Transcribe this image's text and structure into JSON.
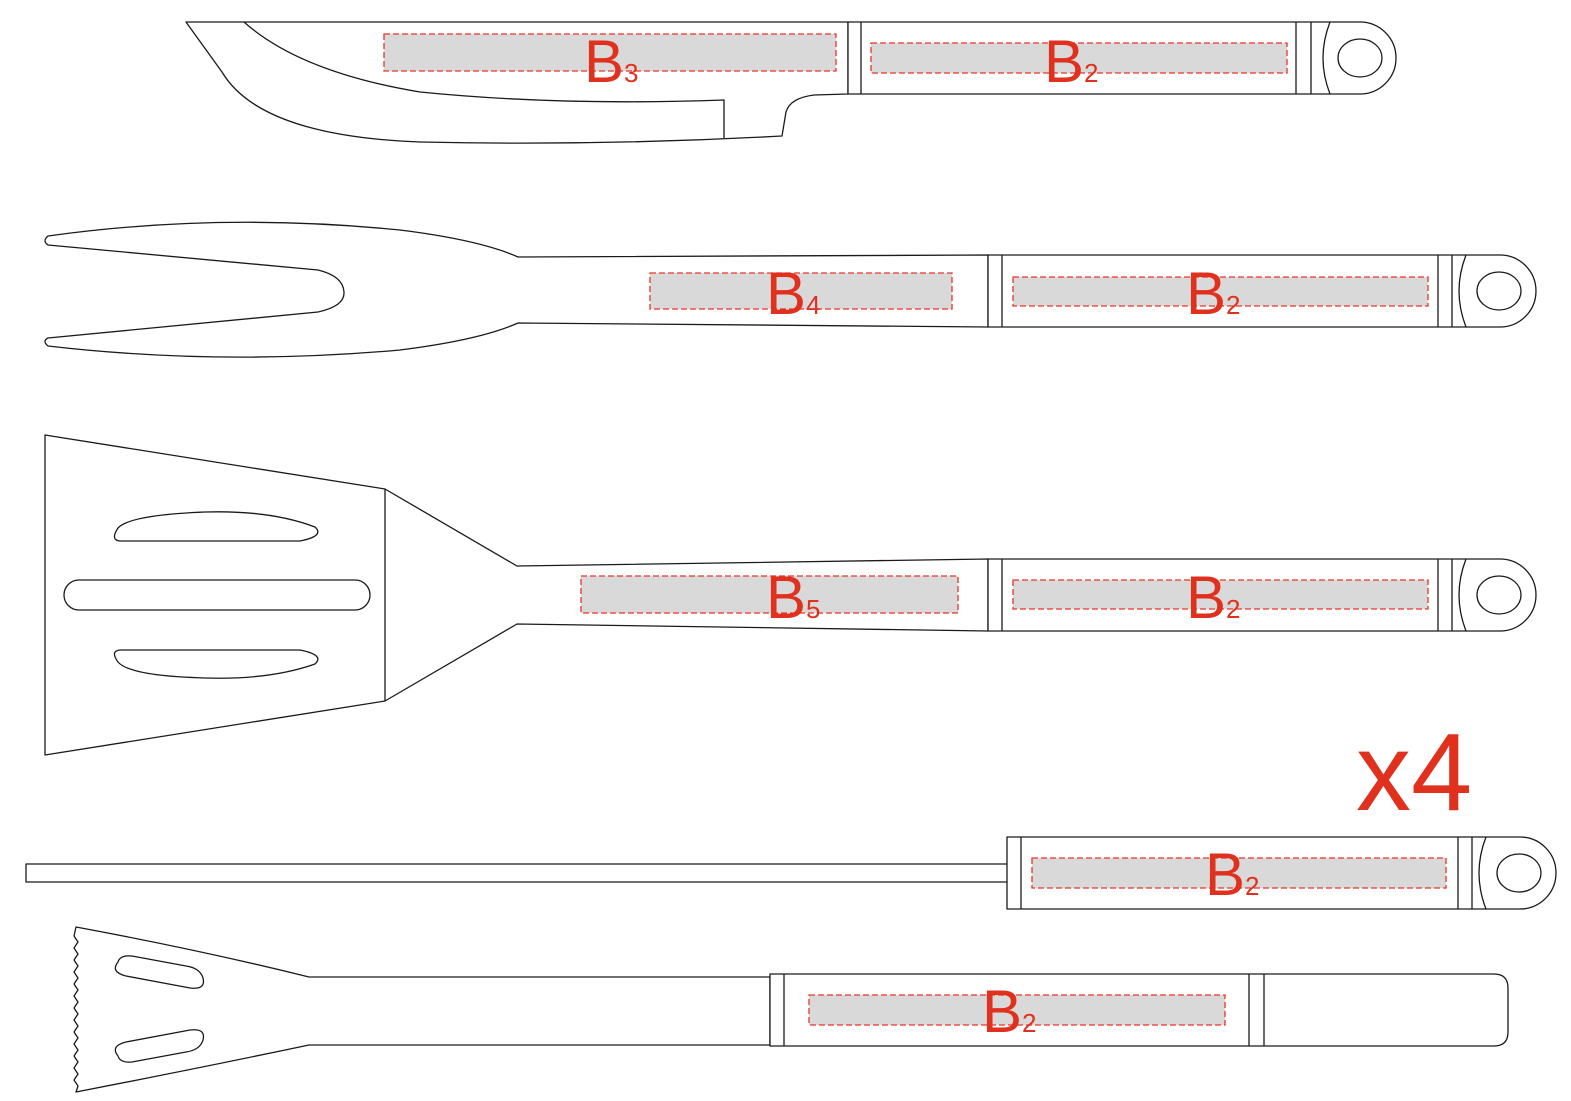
{
  "colors": {
    "print_area_fill": "#d9d9d9",
    "print_area_stroke": "#e8342a",
    "label": "#e0301e",
    "outline": "#1a1a1a"
  },
  "quantity_label": "x4",
  "tools": [
    {
      "name": "knife",
      "areas": [
        {
          "letter": "B",
          "sub": "3"
        },
        {
          "letter": "B",
          "sub": "2"
        }
      ]
    },
    {
      "name": "fork",
      "areas": [
        {
          "letter": "B",
          "sub": "4"
        },
        {
          "letter": "B",
          "sub": "2"
        }
      ]
    },
    {
      "name": "spatula",
      "areas": [
        {
          "letter": "B",
          "sub": "5"
        },
        {
          "letter": "B",
          "sub": "2"
        }
      ]
    },
    {
      "name": "skewer",
      "areas": [
        {
          "letter": "B",
          "sub": "2"
        }
      ]
    },
    {
      "name": "scraper",
      "areas": [
        {
          "letter": "B",
          "sub": "2"
        }
      ]
    }
  ]
}
